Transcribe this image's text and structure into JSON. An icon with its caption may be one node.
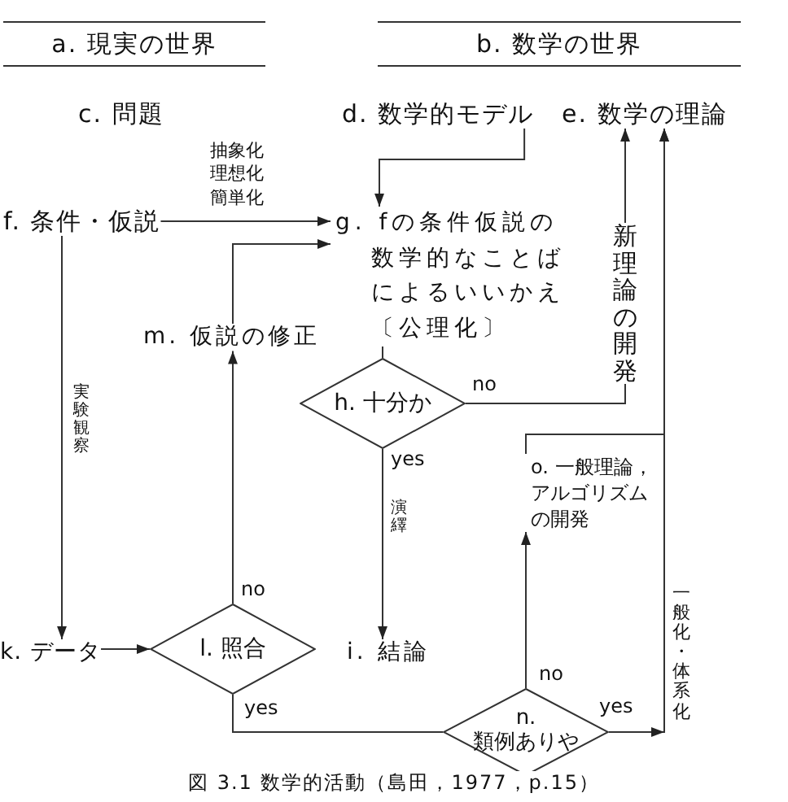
{
  "diagram": {
    "caption": "図 3.1 数学的活動（島田，1977，p.15）",
    "nodes": [
      {
        "text": [
          "a. 現実の世界"
        ]
      },
      {
        "text": [
          "b. 数学の世界"
        ]
      },
      {
        "text": [
          "d. 数学的モデル"
        ]
      },
      {
        "text": [
          "e. 数学の理論"
        ]
      },
      {
        "text": [
          "f. 条件・仮説"
        ]
      },
      {
        "text": [
          "g. fの条件仮説の数学的なことばによるいいかえ〔公理化〕"
        ]
      },
      {
        "text": [
          "m. 仮説の修正"
        ]
      },
      {
        "text": [
          "h. 十分か"
        ]
      },
      {
        "text": [
          "o. 一般理論，アルゴリズムの開発"
        ]
      },
      {
        "text": [
          "k. データ"
        ]
      },
      {
        "text": [
          "l. 照合"
        ]
      },
      {
        "text": [
          "i. 結論"
        ]
      },
      {
        "text": [
          "n. 類例ありや"
        ]
      }
    ],
    "edges": [
      {
        "from": 2,
        "to": 5,
        "arrow": "to"
      },
      {
        "from": 4,
        "to": 5,
        "arrow": "to",
        "label": "抽象化理想化簡単化"
      },
      {
        "from": 6,
        "to": 5,
        "arrow": "to"
      },
      {
        "from": 4,
        "to": 9,
        "arrow": "to",
        "label": "実験観察"
      },
      {
        "from": 5,
        "to": 7,
        "arrow": "none"
      },
      {
        "from": 7,
        "to": 3,
        "arrow": "to",
        "label": "新理論の開発"
      },
      {
        "from": 7,
        "to": 11,
        "arrow": "to",
        "label": "演繹"
      },
      {
        "from": 9,
        "to": 10,
        "arrow": "to"
      },
      {
        "from": 10,
        "to": 6,
        "arrow": "to",
        "label": "no"
      },
      {
        "from": 10,
        "to": 12,
        "arrow": "none",
        "label": "yes"
      },
      {
        "from": 12,
        "to": 8,
        "arrow": "to",
        "label": "no"
      },
      {
        "from": 8,
        "to": 3,
        "arrow": "to"
      },
      {
        "from": 12,
        "to": 3,
        "arrow": "to",
        "label": "一般化・体系化"
      }
    ],
    "labels": [
      "c. 問題",
      "no",
      "yes",
      "yes"
    ]
  }
}
